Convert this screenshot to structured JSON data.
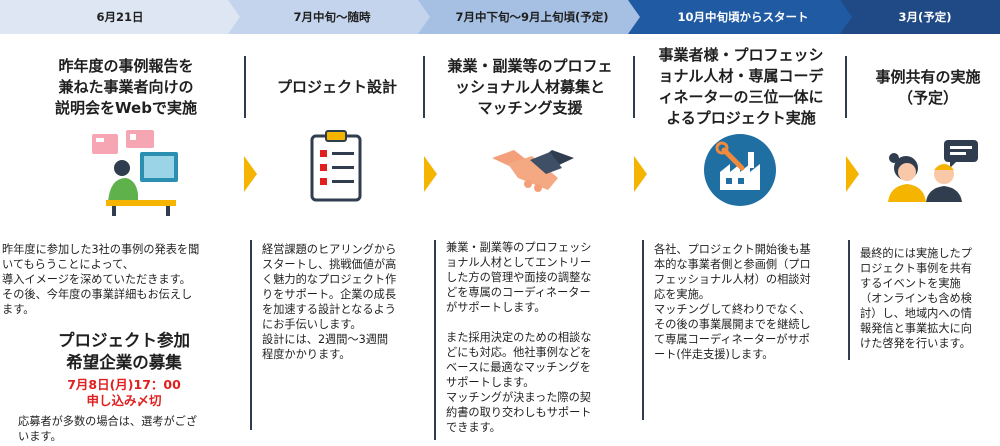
{
  "timeline": [
    {
      "label": "6月21日"
    },
    {
      "label": "7月中旬～随時"
    },
    {
      "label": "7月中下旬～9月上旬頃(予定)"
    },
    {
      "label": "10月中旬頃からスタート"
    },
    {
      "label": "3月(予定)"
    }
  ],
  "colors": {
    "timeline": [
      "#dde6f2",
      "#c3d4ec",
      "#a6c0e4",
      "#1f5aa3",
      "#204a86"
    ],
    "accent_arrow": "#f5b400",
    "deadline": "#e02020",
    "divider": "#2f3d4f"
  },
  "steps": [
    {
      "title": "昨年度の事例報告を\n兼ねた事業者向けの\n説明会をWebで実施",
      "icon": "person-at-computer-icon",
      "body": "昨年度に参加した3社の事例の発表を聞\nいてもらうことによって、\n導入イメージを深めていただきます。\nその後、今年度の事業詳細もお伝えし\nます。"
    },
    {
      "title": "プロジェクト設計",
      "icon": "checklist-clipboard-icon",
      "body": "経営課題のヒアリングから\nスタートし、挑戦価値が高\nく魅力的なプロジェクト作\nりをサポート。企業の成長\nを加速する設計となるよう\nにお手伝いします。\n設計には、2週間～3週間\n程度かかります。"
    },
    {
      "title": "兼業・副業等のプロフェ\nッショナル人材募集と\nマッチング支援",
      "icon": "handshake-icon",
      "body": "兼業・副業等のプロフェッシ\nョナル人材としてエントリー\nした方の管理や面接の調整な\nどを専属のコーディネーター\nがサポートします。\n\nまた採用決定のための相談な\nどにも対応。他社事例などを\nベースに最適なマッチングを\nサポートします。\nマッチングが決まった際の契\n約書の取り交わしもサポート\nできます。"
    },
    {
      "title": "事業者様・プロフェッシ\nョナル人材・専属コーデ\nィネーターの三位一体に\nよるプロジェクト実施",
      "icon": "factory-tools-icon",
      "body": "各社、プロジェクト開始後も基\n本的な事業者側と参画側（プロ\nフェッショナル人材）の相談対\n応を実施。\nマッチングして終わりでなく、\nその後の事業展開までを継続し\nて専属コーディネーターがサポ\nート(伴走支援)します。"
    },
    {
      "title": "事例共有の実施\n（予定）",
      "icon": "people-talking-icon",
      "body": "最終的には実施したプ\nロジェクト事例を共有\nするイベントを実施\n（オンラインも含め検\n討）し、地域内への情\n報発信と事業拡大に向\nけた啓発を行います。"
    }
  ],
  "recruit": {
    "title": "プロジェクト参加\n希望企業の募集",
    "deadline": "7月8日(月)17：00\n申し込み〆切",
    "note": "応募者が多数の場合は、選考がござ\nいます。"
  }
}
